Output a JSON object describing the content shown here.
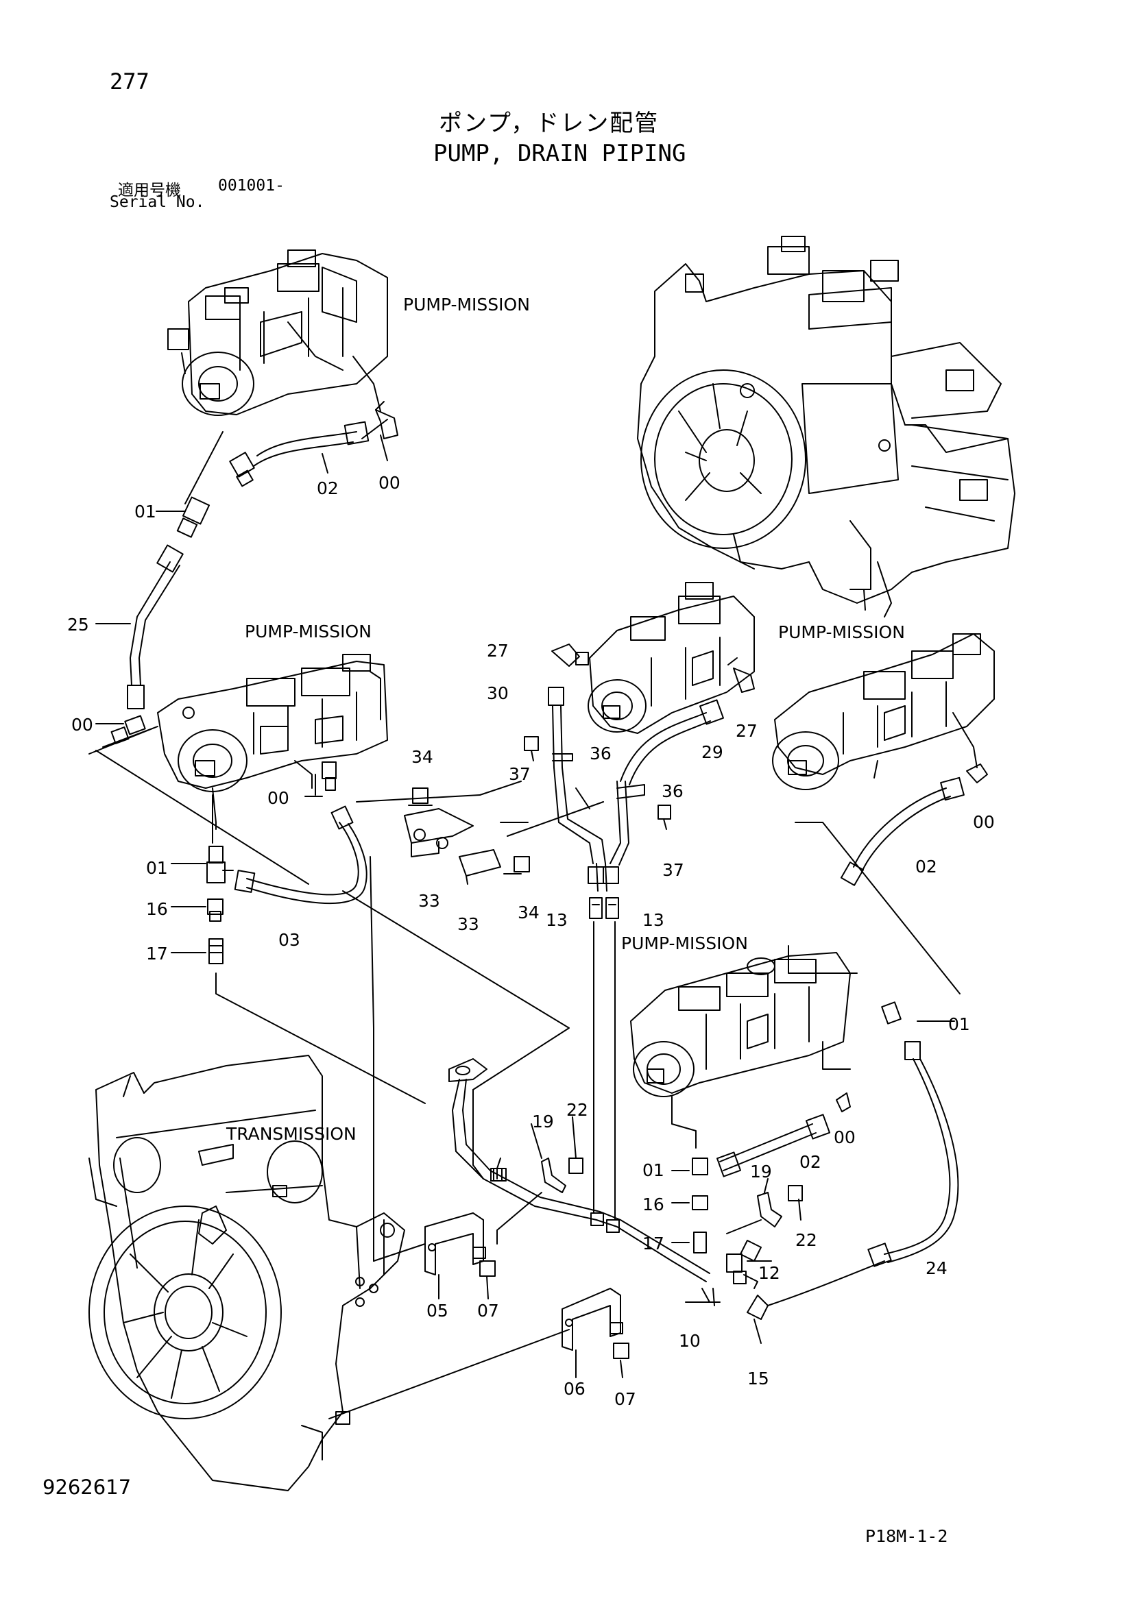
{
  "header": {
    "page_number": "277",
    "title_jp": "ポンプ，ドレン配管",
    "title_en": "PUMP, DRAIN PIPING",
    "serial_label_jp": "適用号機",
    "serial_value": "001001-",
    "serial_label_en": "Serial No."
  },
  "labels": {
    "pump_mission_1": "PUMP-MISSION",
    "pump_mission_2": "PUMP-MISSION",
    "pump_mission_3": "PUMP-MISSION",
    "pump_mission_4": "PUMP-MISSION",
    "transmission": "TRANSMISSION"
  },
  "parts": {
    "p00a": "00",
    "p02a": "02",
    "p01a": "01",
    "p25": "25",
    "p00b": "00",
    "p00c": "00",
    "p01b": "01",
    "p16a": "16",
    "p17a": "17",
    "p03": "03",
    "p27a": "27",
    "p30": "30",
    "p37a": "37",
    "p36a": "36",
    "p34a": "34",
    "p27b": "27",
    "p29": "29",
    "p36b": "36",
    "p00d": "00",
    "p02b": "02",
    "p37b": "37",
    "p33a": "33",
    "p33b": "33",
    "p34b": "34",
    "p13a": "13",
    "p13b": "13",
    "p01c": "01",
    "p19a": "19",
    "p22a": "22",
    "p00e": "00",
    "p02c": "02",
    "p01d": "01",
    "p19b": "19",
    "p16b": "16",
    "p22b": "22",
    "p17b": "17",
    "p12": "12",
    "p24": "24",
    "p05": "05",
    "p07a": "07",
    "p10": "10",
    "p15": "15",
    "p06": "06",
    "p07b": "07"
  },
  "footer": {
    "doc_id": "9262617",
    "page_code": "P18M-1-2"
  }
}
